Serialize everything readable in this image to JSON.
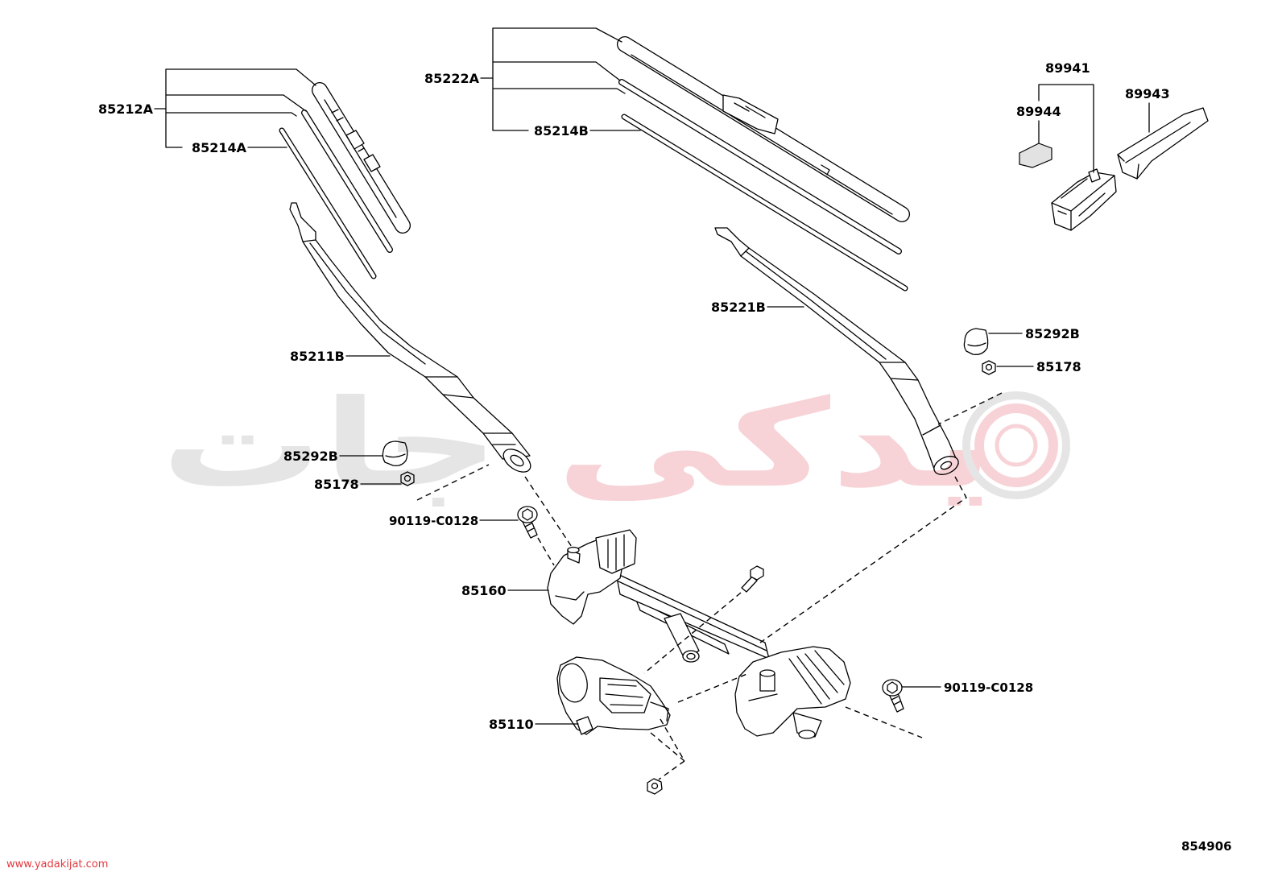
{
  "colors": {
    "line": "#000000",
    "background": "#ffffff",
    "watermark_grey": "#e5e5e5",
    "watermark_pink": "#f7d3d7",
    "watermark_url": "#e0393e",
    "adapter_fill": "#e2e2e2"
  },
  "callouts": [
    "85212A",
    "85214A",
    "85222A",
    "85214B",
    "89941",
    "89944",
    "89943",
    "85221B",
    "85292B",
    "85178",
    "85211B",
    "85292B",
    "85178",
    "90119-C0128",
    "85160",
    "90119-C0128",
    "85110"
  ],
  "illustration_code": "854906",
  "watermark": {
    "logo_grey": "جات",
    "logo_pink": "یدکی",
    "url": "www.yadakijat.com"
  }
}
